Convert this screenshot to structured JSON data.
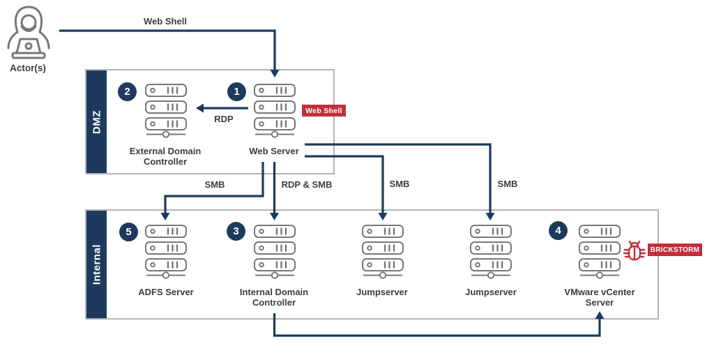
{
  "actor": {
    "label": "Actor(s)"
  },
  "zones": [
    {
      "label": "DMZ",
      "nodes": [
        {
          "number": "2",
          "name": "External Domain Controller"
        },
        {
          "number": "1",
          "name": "Web Server",
          "badge": "Web Shell"
        }
      ]
    },
    {
      "label": "Internal",
      "nodes": [
        {
          "number": "5",
          "name": "ADFS Server"
        },
        {
          "number": "3",
          "name": "Internal Domain Controller"
        },
        {
          "name": "Jumpserver"
        },
        {
          "name": "Jumpserver"
        },
        {
          "number": "4",
          "name": "VMware vCenter Server",
          "badge": "BRICKSTORM"
        }
      ]
    }
  ],
  "edges": {
    "actor_web": {
      "label": "Web Shell"
    },
    "rdp": {
      "label": "RDP"
    },
    "smb_adfs": {
      "label": "SMB"
    },
    "rdpsmb_idc": {
      "label": "RDP & SMB"
    },
    "smb_jump1": {
      "label": "SMB"
    },
    "smb_jump2": {
      "label": "SMB"
    }
  },
  "icons": {
    "actor": "hooded-actor-with-laptop",
    "server": "server-stack",
    "malware": "bug"
  },
  "colors": {
    "navy": "#1d3a5e",
    "red": "#c02f3c",
    "icon_gray": "#76777a",
    "border_gray": "#b2b4b6",
    "text": "#3d3d3f"
  }
}
